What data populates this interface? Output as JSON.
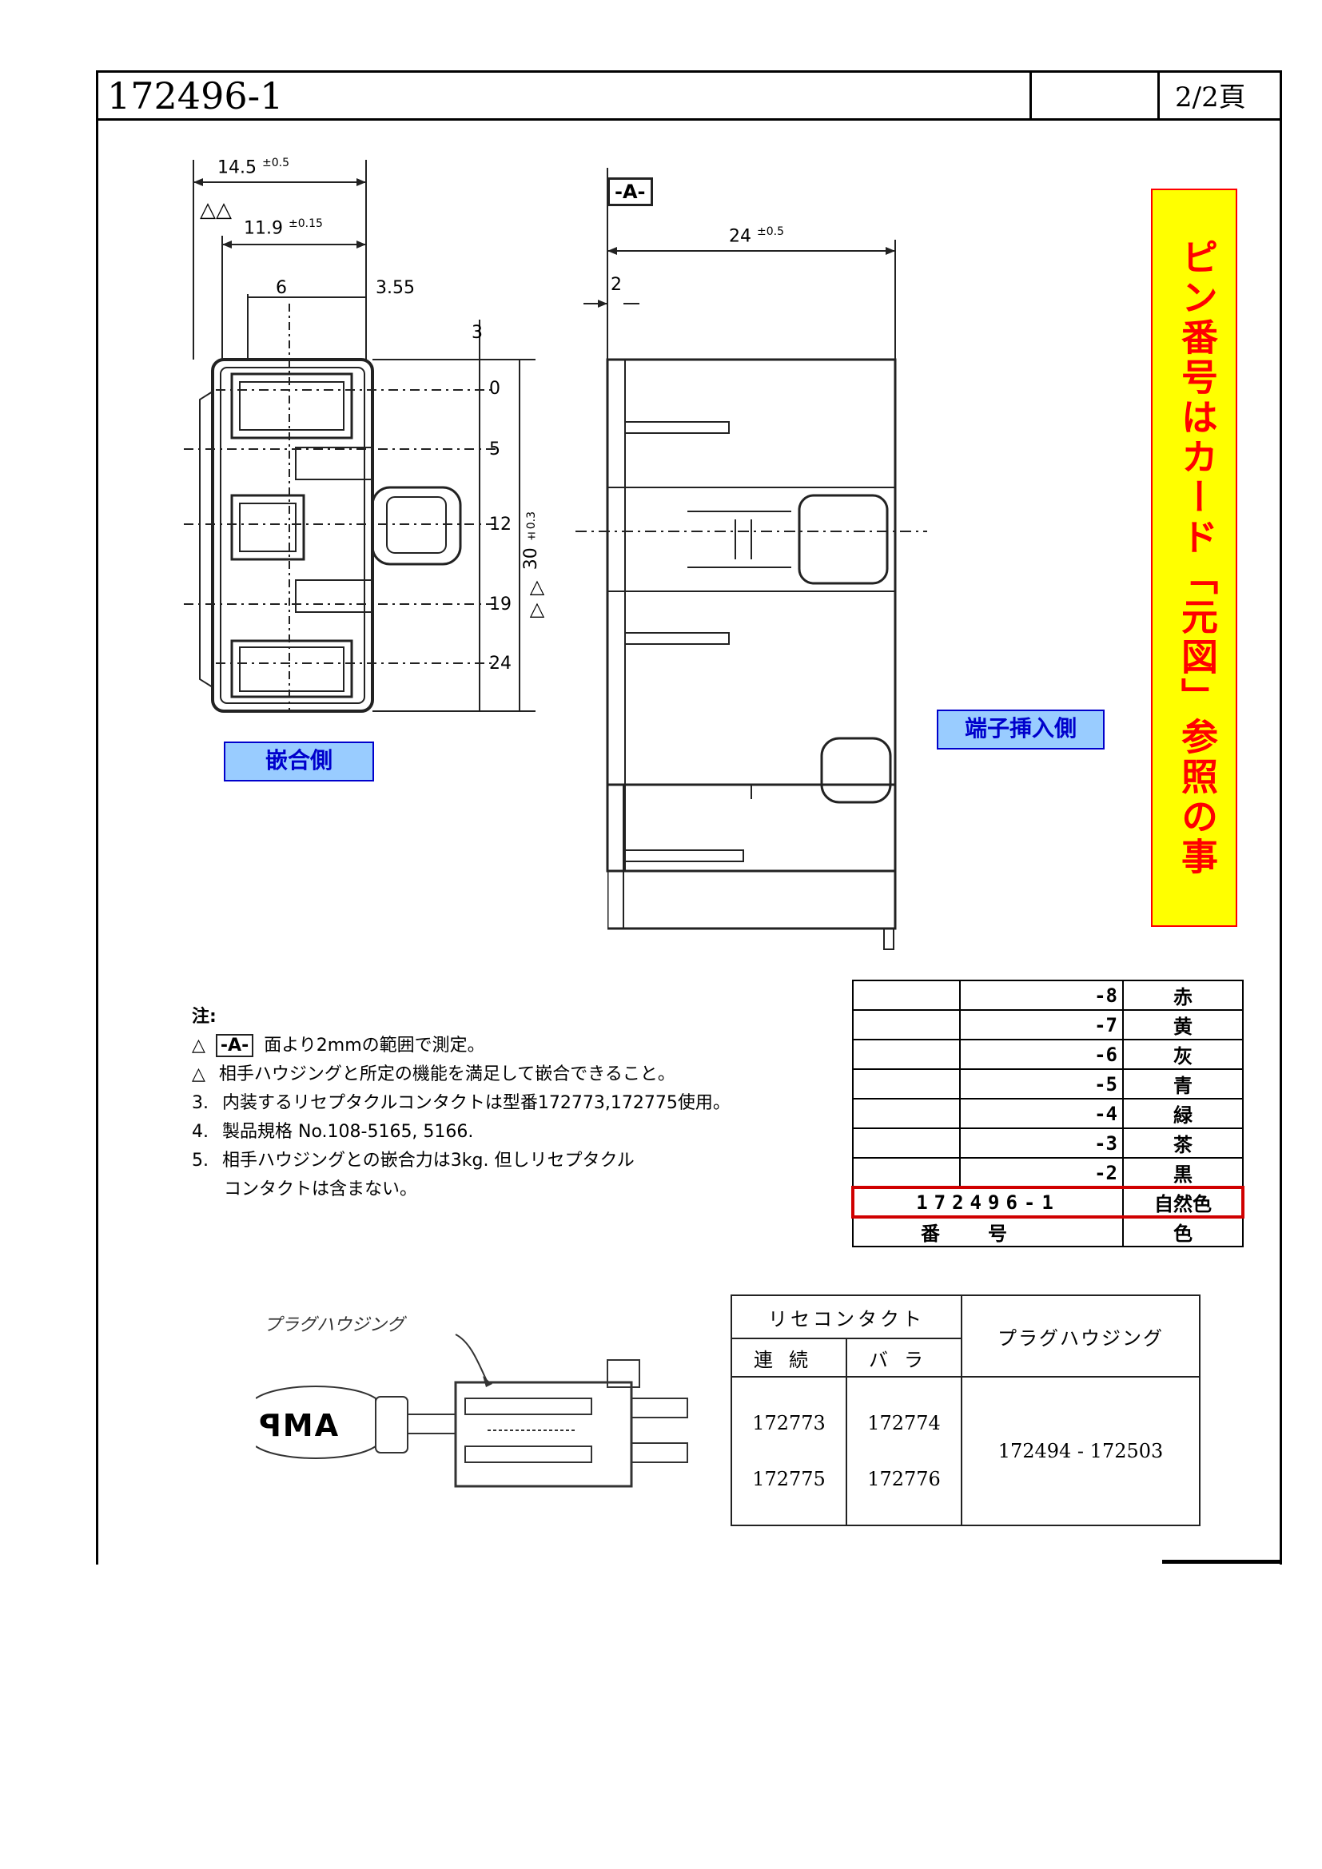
{
  "header": {
    "part_number": "172496-1",
    "page": "2/2頁"
  },
  "drawing": {
    "dims_front": {
      "width": "14.5",
      "width_tol": "±0.5",
      "inner": "11.9",
      "inner_tol": "±0.15",
      "pitch_a": "6",
      "pitch_b": "3.55",
      "top": "3",
      "rows": [
        "0",
        "5",
        "12",
        "19",
        "24"
      ],
      "height": "30",
      "height_tol": "±0.3"
    },
    "dims_side": {
      "datum": "-A-",
      "length": "24",
      "length_tol": "±0.5",
      "offset": "2"
    },
    "labels": {
      "mating_side": "嵌合側",
      "terminal_side": "端子挿入側"
    }
  },
  "callout": "ピン番号はカード「元図」参照の事",
  "notes": {
    "heading": "注:",
    "items": [
      {
        "marker": "△",
        "text": "面より2mmの範囲で測定。"
      },
      {
        "marker": "△",
        "text": "相手ハウジングと所定の機能を満足して嵌合できること。"
      },
      {
        "marker": "3.",
        "text": "内装するリセプタクルコンタクトは型番172773,172775使用。"
      },
      {
        "marker": "4.",
        "text": "製品規格 No.108-5165, 5166."
      },
      {
        "marker": "5.",
        "text": "相手ハウジングとの嵌合力は3kg. 但しリセプタクル"
      },
      {
        "marker": "",
        "text": "コンタクトは含まない。"
      }
    ],
    "datum_box": "-A-"
  },
  "variant_table": {
    "rows": [
      {
        "part": "-8",
        "color": "赤"
      },
      {
        "part": "-7",
        "color": "黄"
      },
      {
        "part": "-6",
        "color": "灰"
      },
      {
        "part": "-5",
        "color": "青"
      },
      {
        "part": "-4",
        "color": "緑"
      },
      {
        "part": "-3",
        "color": "茶"
      },
      {
        "part": "-2",
        "color": "黒"
      },
      {
        "part": "172496-1",
        "color": "自然色"
      }
    ],
    "footer": {
      "part": "番号",
      "color": "色"
    }
  },
  "contact_table": {
    "receptacle_header": "リセコンタクト",
    "housing_header": "プラグハウジング",
    "col_a": "連続",
    "col_b": "バラ",
    "row1_a": "172773",
    "row1_b": "172774",
    "row2_a": "172775",
    "row2_b": "172776",
    "housing_range": "172494 - 172503"
  },
  "assembly": {
    "plug_label": "プラグハウジング",
    "brand": "AMP"
  },
  "colors": {
    "callout_bg": "#ffff00",
    "callout_text": "#ff0000",
    "label_bg": "#99ccff",
    "label_text": "#0000cc",
    "highlight": "#d00000"
  }
}
